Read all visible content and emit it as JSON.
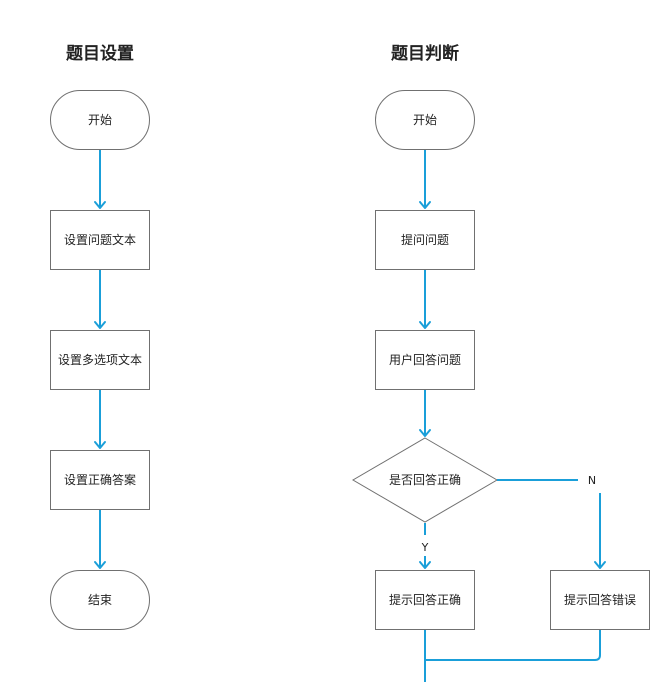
{
  "colors": {
    "connector": "#1a9fd9",
    "node_border": "#707070",
    "text": "#222222",
    "background": "#ffffff"
  },
  "left_flow": {
    "title": "题目设置",
    "start": "开始",
    "step1": "设置问题文本",
    "step2": "设置多选项文本",
    "step3": "设置正确答案",
    "end": "结束"
  },
  "right_flow": {
    "title": "题目判断",
    "start": "开始",
    "step1": "提问问题",
    "step2": "用户回答问题",
    "decision": "是否回答正确",
    "yes_label": "Y",
    "no_label": "N",
    "yes_result": "提示回答正确",
    "no_result": "提示回答错误"
  }
}
